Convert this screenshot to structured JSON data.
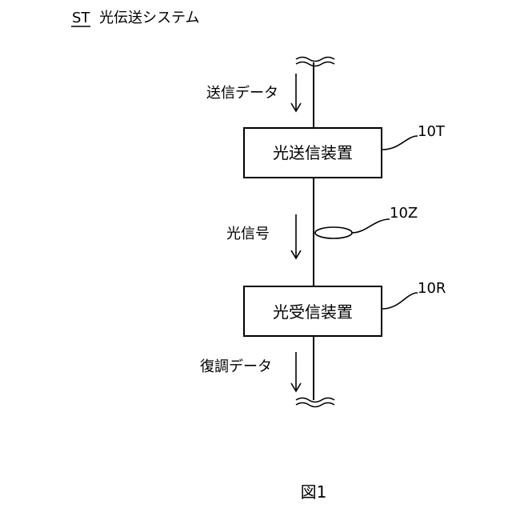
{
  "system": {
    "ref": "ST",
    "title": "光伝送システム"
  },
  "signals": {
    "input": "送信データ",
    "optical": "光信号",
    "output": "復調データ"
  },
  "blocks": {
    "transmitter": {
      "label": "光送信装置",
      "ref": "10T"
    },
    "receiver": {
      "label": "光受信装置",
      "ref": "10R"
    }
  },
  "fiber": {
    "ref": "10Z"
  },
  "figure_caption": "図1"
}
